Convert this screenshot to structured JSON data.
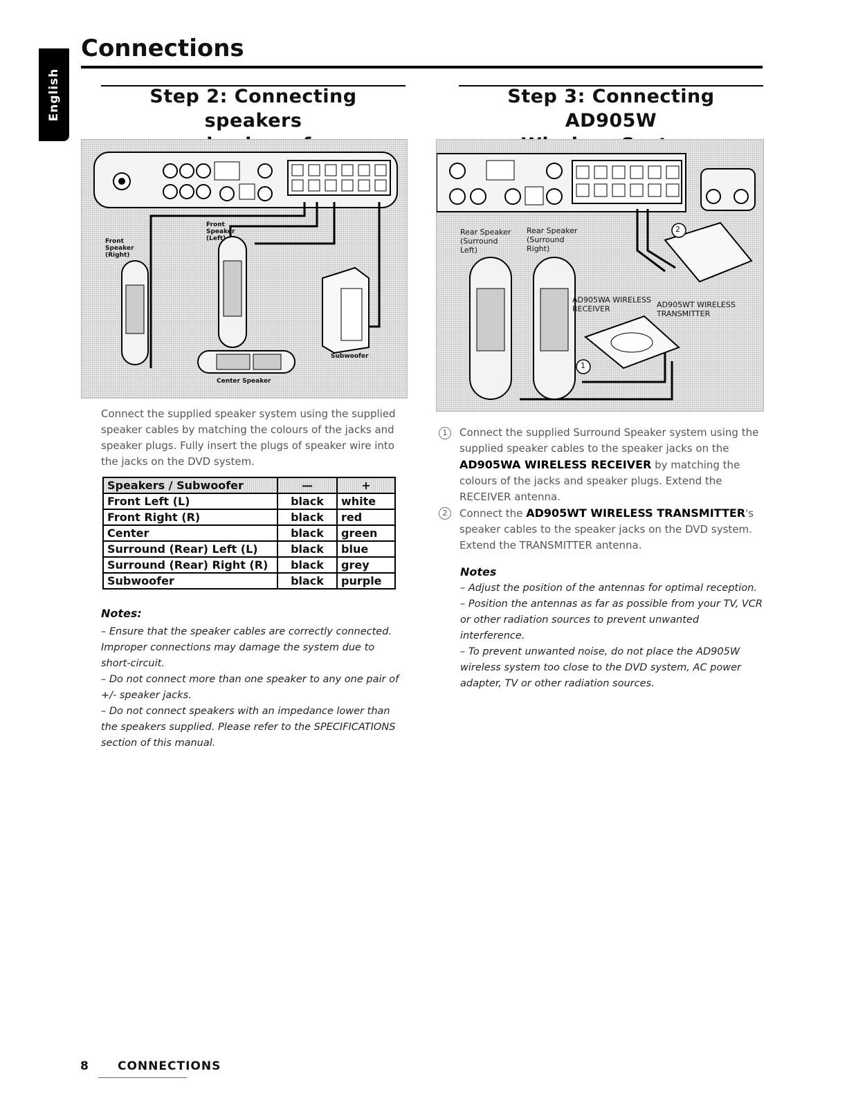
{
  "side_tab": "English",
  "page_title": "Connections",
  "step2": {
    "title_line1": "Step 2: Connecting speakers",
    "title_line2": "and subwoofer",
    "diagram_labels": {
      "front_right": "Front Speaker (Right)",
      "front_left": "Front Speaker (Left)",
      "subwoofer": "Subwoofer",
      "center": "Center Speaker"
    },
    "paragraph": "Connect the supplied speaker system using the supplied speaker cables by matching the colours of the jacks and speaker plugs. Fully insert the plugs of speaker wire into the jacks on the DVD system.",
    "table": {
      "headers": [
        "Speakers / Subwoofer",
        "—",
        "+"
      ],
      "rows": [
        [
          "Front Left (L)",
          "black",
          "white"
        ],
        [
          "Front Right (R)",
          "black",
          "red"
        ],
        [
          "Center",
          "black",
          "green"
        ],
        [
          "Surround (Rear) Left (L)",
          "black",
          "blue"
        ],
        [
          "Surround (Rear) Right (R)",
          "black",
          "grey"
        ],
        [
          "Subwoofer",
          "black",
          "purple"
        ]
      ]
    },
    "notes_heading": "Notes:",
    "notes": [
      "–   Ensure that the speaker cables are correctly connected. Improper connections may damage the system due to short-circuit.",
      "–   Do not connect more than one speaker to any one pair of +/- speaker jacks.",
      "–   Do not connect speakers with an impedance lower than the speakers supplied. Please refer to the SPECIFICATIONS section of this manual."
    ]
  },
  "step3": {
    "title_line1": "Step 3: Connecting AD905W",
    "title_line2": "Wireless System",
    "diagram_labels": {
      "rear_left": "Rear Speaker (Surround Left)",
      "rear_right": "Rear Speaker (Surround Right)",
      "receiver": "AD905WA WIRELESS RECEIVER",
      "transmitter": "AD905WT WIRELESS TRANSMITTER",
      "callout_1": "1",
      "callout_2": "2"
    },
    "items": [
      {
        "num": "1",
        "pre": "Connect the supplied Surround Speaker system using the supplied speaker cables to the speaker jacks on the ",
        "bold": "AD905WA WIRELESS RECEIVER",
        "post": " by matching the colours of the jacks and speaker plugs. Extend the RECEIVER antenna."
      },
      {
        "num": "2",
        "pre": "Connect the ",
        "bold": "AD905WT WIRELESS TRANSMITTER",
        "post": "'s speaker cables to the speaker jacks on the DVD system. Extend the TRANSMITTER antenna."
      }
    ],
    "notes_heading": "Notes",
    "notes": [
      "–   Adjust the position of the antennas for optimal reception.",
      "–   Position the antennas as far as possible from your TV, VCR or other radiation sources to prevent unwanted interference.",
      "–   To prevent unwanted noise, do not place the AD905W wireless system too close to the DVD system, AC power adapter, TV or other radiation sources."
    ]
  },
  "footer": {
    "page_number": "8",
    "section": "CONNECTIONS"
  }
}
